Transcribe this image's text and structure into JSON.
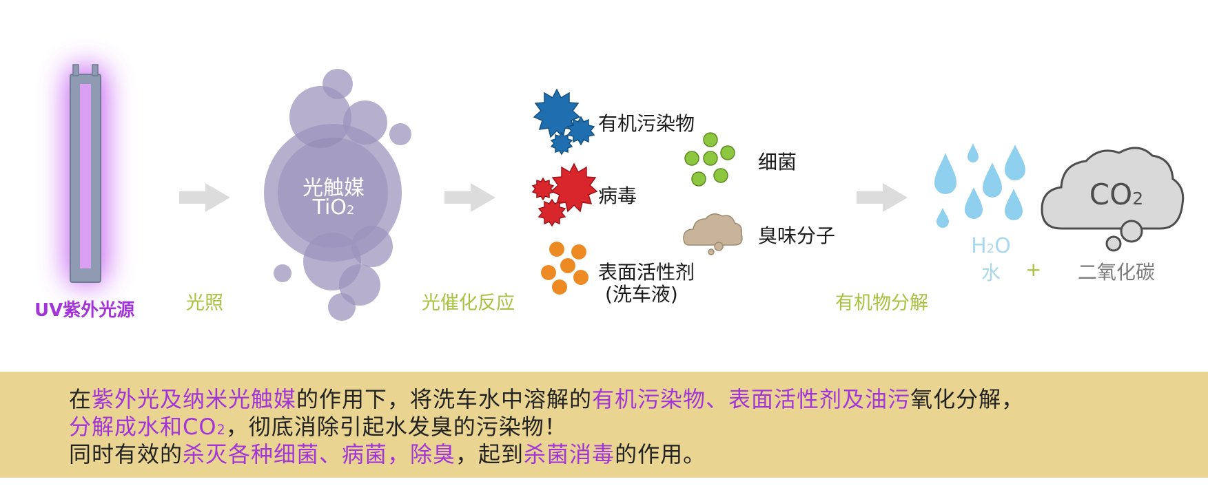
{
  "uv_source": {
    "label": "UV紫外光源"
  },
  "catalyst": {
    "name": "光触媒",
    "formula_main": "TiO",
    "formula_sub": "2"
  },
  "steps": [
    "光照",
    "光催化反应",
    "有机物分解"
  ],
  "pollutants": {
    "organic": "有机污染物",
    "virus": "病毒",
    "surfactant_line1": "表面活性剂",
    "surfactant_line2": "(洗车液)",
    "bacteria": "细菌",
    "odor": "臭味分子"
  },
  "products": {
    "water_formula_h": "H",
    "water_formula_sub": "2",
    "water_formula_o": "O",
    "water_name": "水",
    "plus": "+",
    "co2_main": "CO",
    "co2_sub": "2",
    "co2_name": "二氧化碳"
  },
  "caption": {
    "line1": [
      "在",
      "紫外光及纳米光触媒",
      "的作用下，将洗车水中溶解的",
      "有机污染物、表面活性剂及油污",
      "氧化分解，"
    ],
    "line2": [
      "分解成水和CO",
      "2",
      "，彻底消除引起水发臭的污染物！"
    ],
    "line3": [
      "同时有效的",
      "杀灭各种细菌、病菌，除臭",
      "，起到",
      "杀菌消毒",
      "的作用。"
    ]
  },
  "colors": {
    "uv_purple": "#a235d8",
    "step_green": "#a7c23f",
    "catalyst_lavender": "#9e94be",
    "organic_blue": "#1f6fb0",
    "virus_red": "#d9252c",
    "surfactant_orange": "#ee8a24",
    "bacteria_green": "#8dc63f",
    "odor_tan": "#c7b49a",
    "water_blue": "#8fd0ef",
    "cloud_gray": "#d9d9d9",
    "caption_bg": "#e9d492"
  }
}
